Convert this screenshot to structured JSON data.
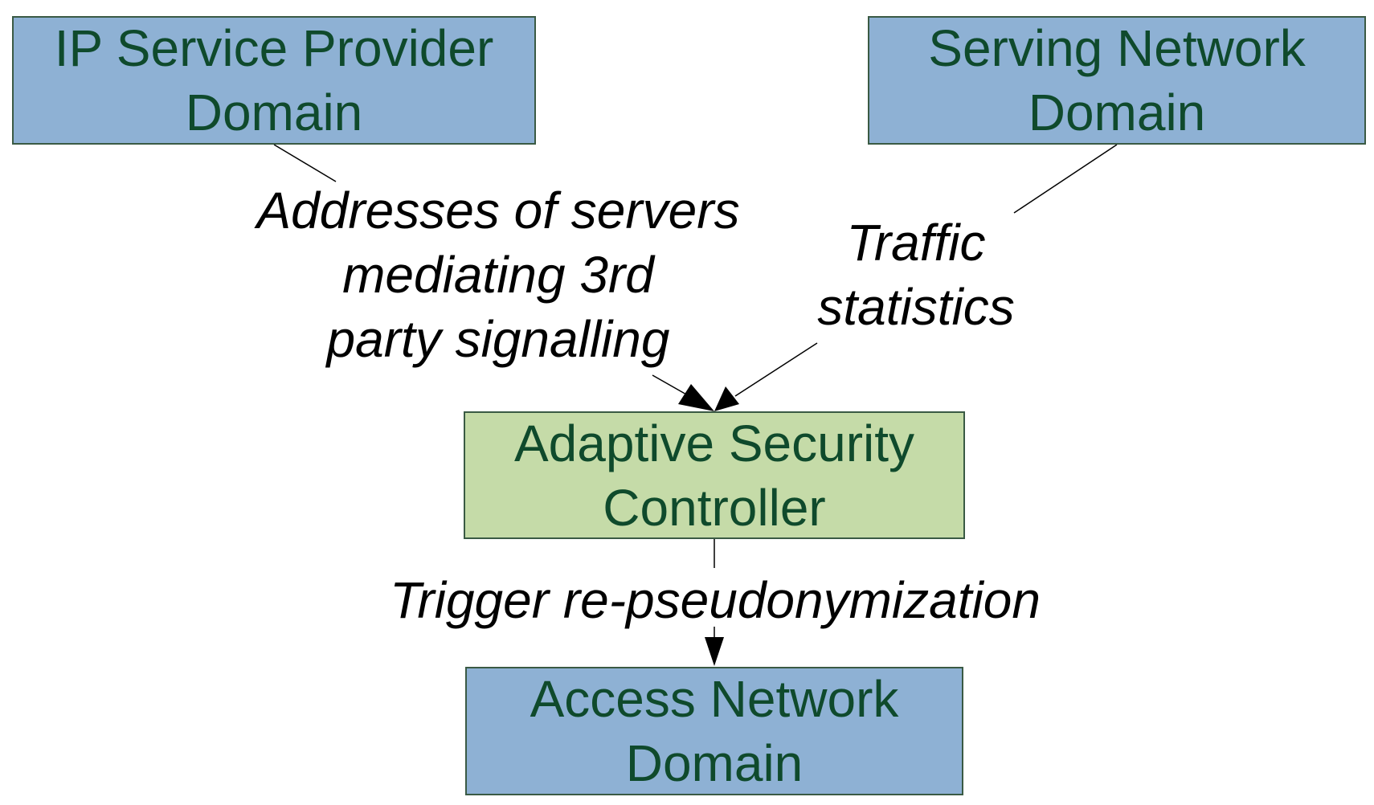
{
  "nodes": {
    "ip_service_provider": {
      "line1": "IP Service Provider",
      "line2": "Domain"
    },
    "serving_network": {
      "line1": "Serving Network",
      "line2": "Domain"
    },
    "adaptive_security_controller": {
      "line1": "Adaptive Security",
      "line2": "Controller"
    },
    "access_network": {
      "line1": "Access Network",
      "line2": "Domain"
    }
  },
  "edges": {
    "addresses": {
      "line1": "Addresses of servers",
      "line2": "mediating 3rd",
      "line3": "party signalling"
    },
    "traffic": {
      "line1": "Traffic",
      "line2": "statistics"
    },
    "trigger": {
      "line1": "Trigger re-pseudonymization"
    }
  },
  "colors": {
    "domain_fill": "#8eb1d4",
    "controller_fill": "#c5dba8",
    "node_text": "#0f4a2c",
    "edge_line": "#000000"
  }
}
